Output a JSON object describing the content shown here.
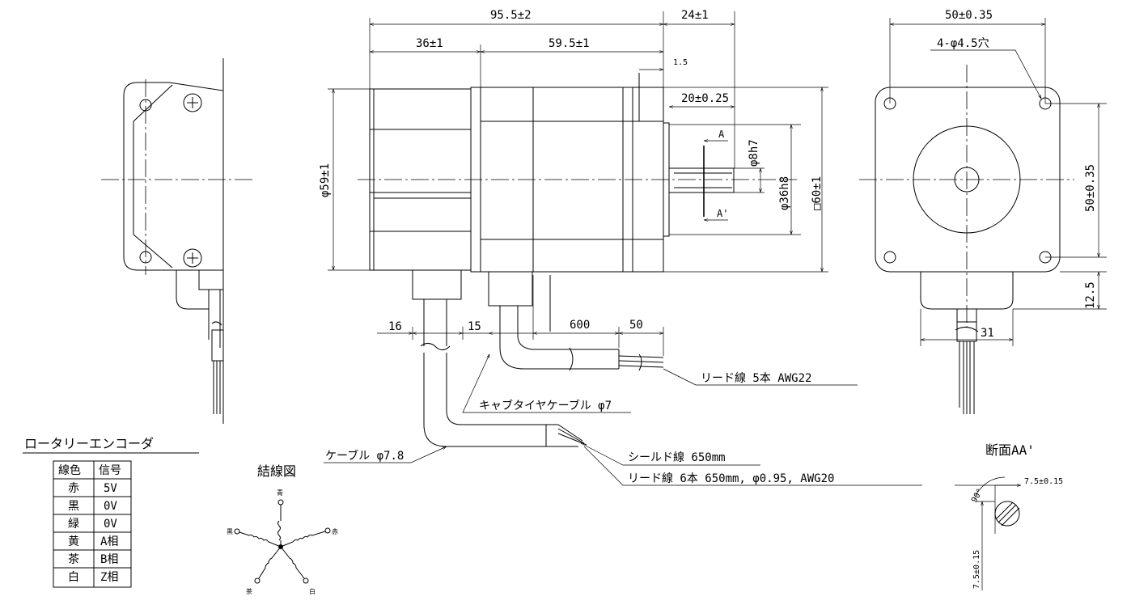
{
  "dimensions": {
    "overall_length": "95.5±2",
    "shaft_protrusion": "24±1",
    "encoder_length": "36±1",
    "motor_length": "59.5±1",
    "flange_thickness": "1.5",
    "shaft_flat": "20±0.25",
    "encoder_dia": "φ59±1",
    "shaft_dia": "φ8h7",
    "pilot_dia": "φ36h8",
    "flange_square": "□60±1",
    "section_a": "A",
    "section_a2": "A'",
    "cable_pos1": "16",
    "cable_pos2": "15",
    "lead_len": "600",
    "strip_len": "50",
    "front_width": "50±0.35",
    "mount_holes": "4-φ4.5穴",
    "front_height": "50±0.35",
    "cable_box_h": "12.5",
    "cable_box_w": "31"
  },
  "labels": {
    "motor_leads": "リード線 5本 AWG22",
    "cabtire": "キャブタイヤケーブル φ7",
    "cable": "ケーブル φ7.8",
    "shield": "シールド線 650mm",
    "encoder_leads": "リード線 6本 650mm, φ0.95, AWG20"
  },
  "encoder": {
    "title": "ロータリーエンコーダ",
    "headers": [
      "線色",
      "信号"
    ],
    "rows": [
      [
        "赤",
        "5V"
      ],
      [
        "黒",
        "0V"
      ],
      [
        "緑",
        "0V"
      ],
      [
        "黄",
        "A相"
      ],
      [
        "茶",
        "B相"
      ],
      [
        "白",
        "Z相"
      ]
    ]
  },
  "wiring": {
    "title": "結線図",
    "ao": "青",
    "kuro": "黒",
    "aka": "赤",
    "cha": "茶",
    "shiro": "白"
  },
  "section": {
    "title": "断面AA'",
    "flat_h": "7.5±0.15",
    "flat_v": "7.5±0.15",
    "angle": "90°"
  }
}
